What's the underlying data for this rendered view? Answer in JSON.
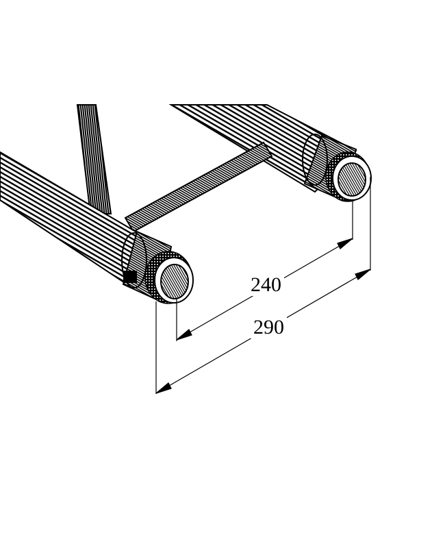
{
  "drawing": {
    "subject": "Two-chord ladder truss segment with conical tube connectors",
    "line_color": "#000000",
    "background_color": "#ffffff"
  },
  "dimensions": {
    "inner": {
      "value": "240",
      "meaning": "distance between inner tube edges"
    },
    "outer": {
      "value": "290",
      "meaning": "distance between outer tube edges"
    }
  }
}
